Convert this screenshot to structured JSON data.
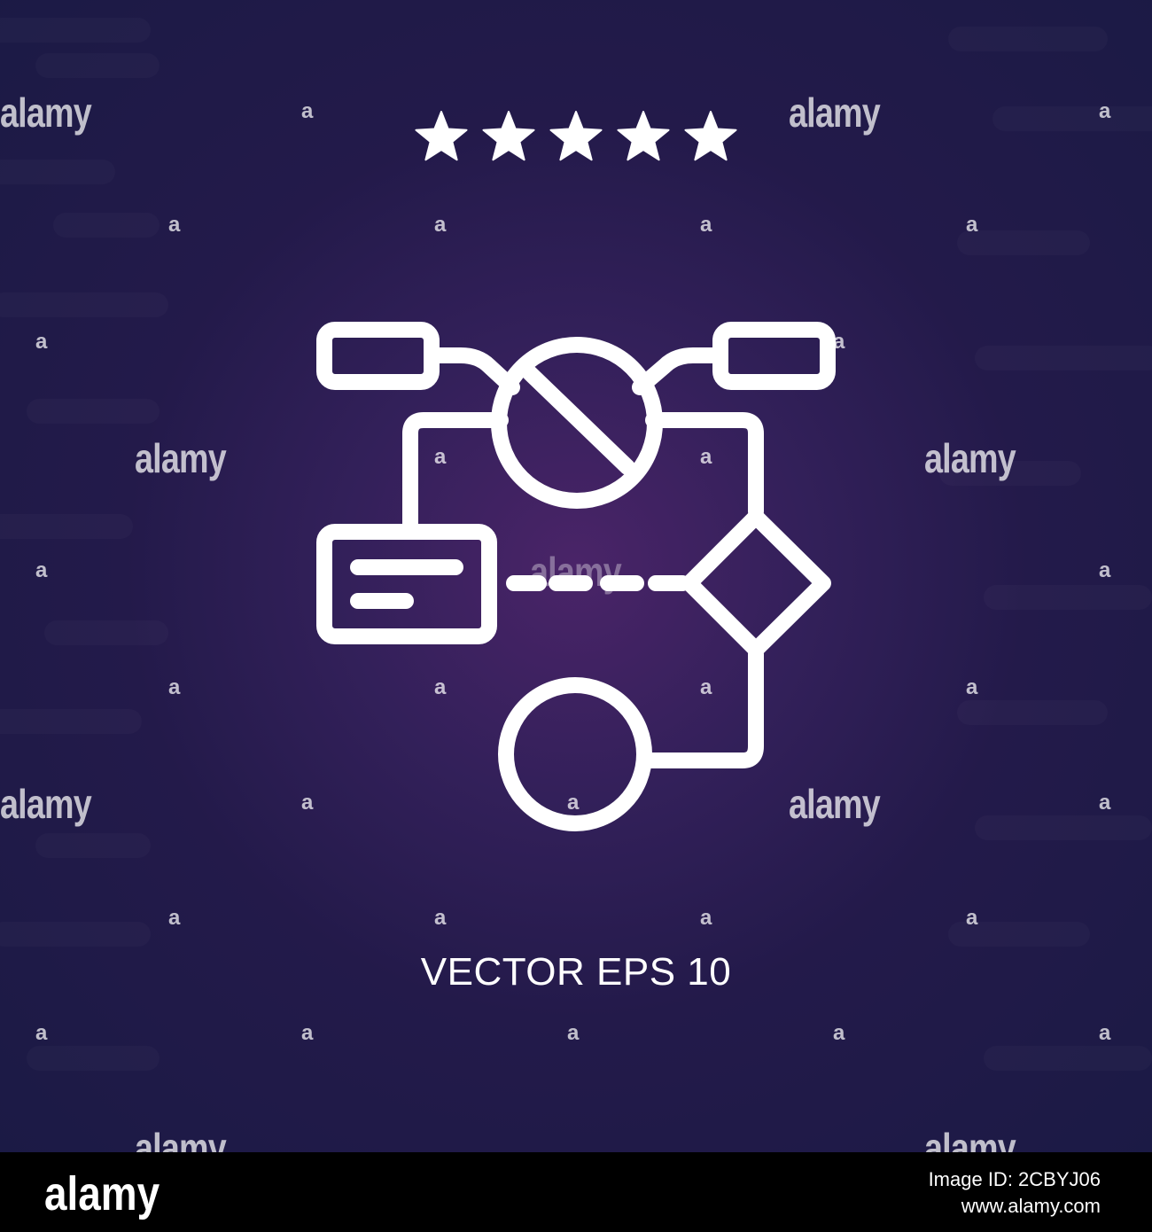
{
  "rating": {
    "label": "5 of 5 stars",
    "value": 5,
    "max": 5
  },
  "caption": "VECTOR EPS 10",
  "watermark": {
    "text": "alamy",
    "short": "a"
  },
  "footer": {
    "logo": "alamy",
    "image_id": "Image ID: 2CBYJ06",
    "url": "www.alamy.com"
  },
  "icon": {
    "name": "flowchart-icon",
    "stroke_color": "#ffffff"
  },
  "colors": {
    "background_center": "#4a2468",
    "background_edge": "#1b1a45",
    "footer": "#000000"
  }
}
